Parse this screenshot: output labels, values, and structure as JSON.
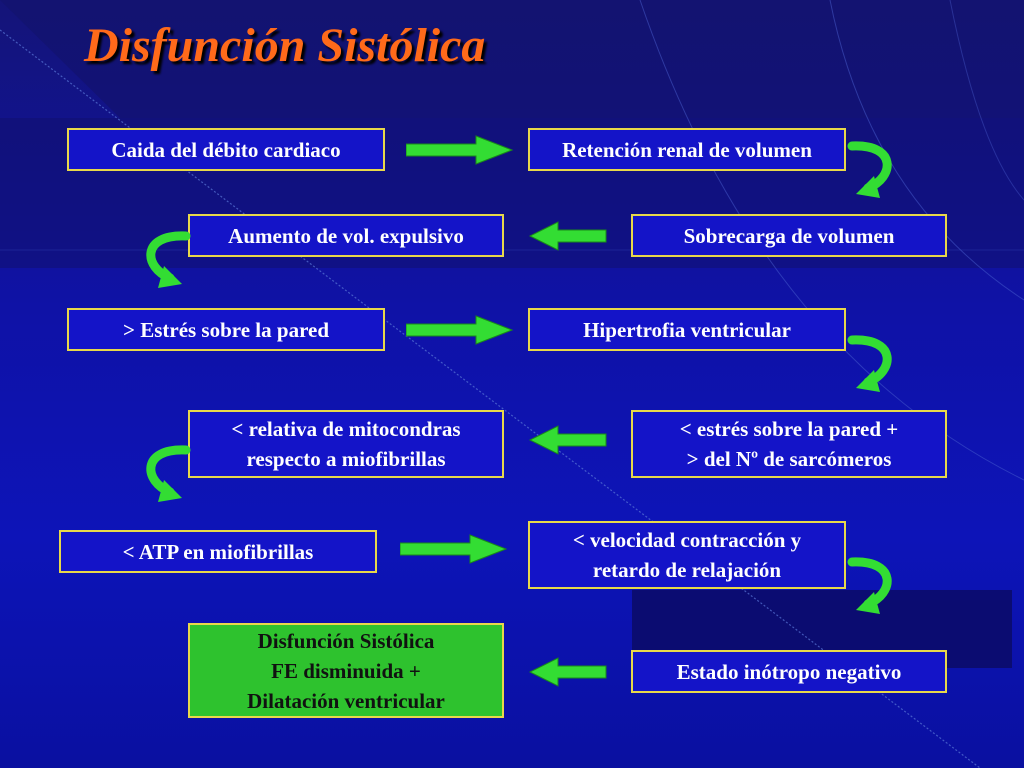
{
  "slide": {
    "title": "Disfunción Sistólica",
    "colors": {
      "title": "#ff6a1a",
      "box_fill": "#1414c8",
      "box_border": "#e8d84a",
      "final_box_fill": "#2ec22e",
      "arrow": "#33dd33"
    }
  },
  "flow": {
    "caida_debito": {
      "lines": [
        "Caida del débito cardiaco"
      ]
    },
    "retencion_renal": {
      "lines": [
        "Retención renal de volumen"
      ]
    },
    "sobrecarga_volumen": {
      "lines": [
        "Sobrecarga de volumen"
      ]
    },
    "aumento_vol_expulsivo": {
      "lines": [
        "Aumento de vol. expulsivo"
      ]
    },
    "estres_pared": {
      "lines": [
        "> Estrés sobre la pared"
      ]
    },
    "hipertrofia": {
      "lines": [
        "Hipertrofia ventricular"
      ]
    },
    "estres_sarcomeros": {
      "lines": [
        "< estrés sobre la pared +",
        "> del Nº de sarcómeros"
      ]
    },
    "mitocondras": {
      "lines": [
        "< relativa de mitocondras",
        "respecto a miofibrillas"
      ]
    },
    "atp": {
      "lines": [
        "< ATP en miofibrillas"
      ]
    },
    "velocidad": {
      "lines": [
        "< velocidad contracción y",
        "retardo de relajación"
      ]
    },
    "inotropo": {
      "lines": [
        "Estado inótropo negativo"
      ]
    },
    "disfuncion": {
      "lines": [
        "Disfunción Sistólica",
        "FE disminuida +",
        "Dilatación ventricular"
      ]
    }
  },
  "arrows": {
    "straight_right": [
      "caida-to-retencion",
      "estres-to-hipertrofia",
      "atp-to-velocidad"
    ],
    "straight_left": [
      "sobrecarga-to-aumento",
      "estres-sarc-to-mitocondras",
      "inotropo-to-disfuncion"
    ],
    "curved_down_right": [
      "retencion-to-sobrecarga",
      "hipertrofia-to-estres-sarc",
      "velocidad-to-inotropo"
    ],
    "curved_down_left": [
      "aumento-to-estres",
      "mitocondras-to-atp"
    ]
  }
}
